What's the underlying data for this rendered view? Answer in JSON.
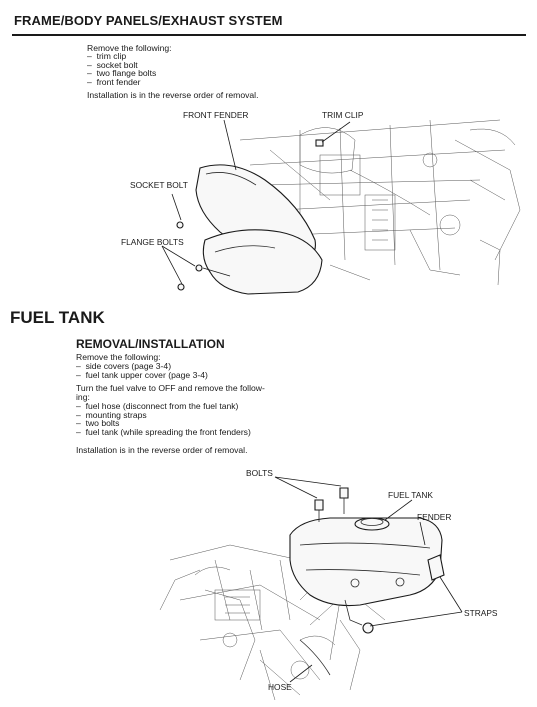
{
  "header": {
    "title": "FRAME/BODY PANELS/EXHAUST SYSTEM"
  },
  "fender_section": {
    "intro": "Remove the following:",
    "steps": [
      "trim clip",
      "socket bolt",
      "two flange bolts",
      "front fender"
    ],
    "installation": "Installation is in the reverse order of removal.",
    "labels": {
      "front_fender": "FRONT FENDER",
      "trim_clip": "TRIM CLIP",
      "socket_bolt": "SOCKET BOLT",
      "flange_bolts": "FLANGE BOLTS"
    }
  },
  "fuel_section": {
    "title": "FUEL TANK",
    "subtitle": "REMOVAL/INSTALLATION",
    "intro": "Remove the following:",
    "steps1": [
      "side covers (page 3-4)",
      "fuel tank upper cover (page 3-4)"
    ],
    "instruction_line1": "Turn the fuel valve to OFF and remove the follow-",
    "instruction_line2": "ing:",
    "steps2": [
      "fuel hose (disconnect from the fuel tank)",
      "mounting straps",
      "two bolts",
      "fuel tank (while spreading the front fenders)"
    ],
    "installation": "Installation is in the reverse order of removal.",
    "labels": {
      "bolts": "BOLTS",
      "fuel_tank": "FUEL TANK",
      "fender": "FENDER",
      "straps": "STRAPS",
      "hose": "HOSE"
    }
  }
}
